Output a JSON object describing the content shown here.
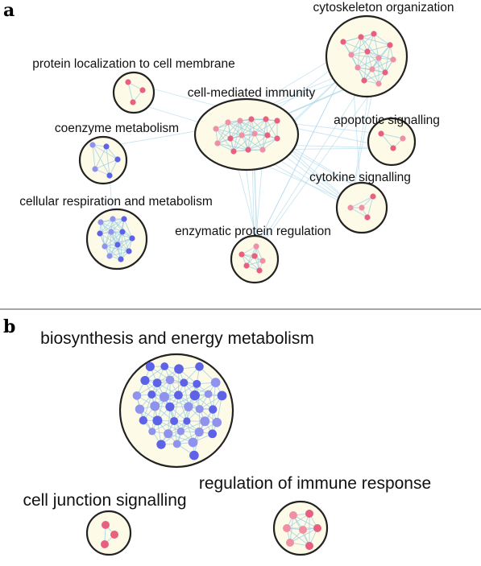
{
  "panel_a": {
    "letter": "a",
    "clusters": [
      {
        "id": "cytoskeleton",
        "label": "cytoskeleton organization",
        "color": "pink"
      },
      {
        "id": "protein_localization",
        "label": "protein localization to cell membrane",
        "color": "pink"
      },
      {
        "id": "cell_mediated",
        "label": "cell-mediated immunity",
        "color": "pink"
      },
      {
        "id": "coenzyme",
        "label": "coenzyme metabolism",
        "color": "blue"
      },
      {
        "id": "apoptotic",
        "label": "apoptotic signalling",
        "color": "pink"
      },
      {
        "id": "cytokine",
        "label": "cytokine signalling",
        "color": "pink"
      },
      {
        "id": "cellular_respiration",
        "label": "cellular respiration and metabolism",
        "color": "blue"
      },
      {
        "id": "enzymatic",
        "label": "enzymatic protein regulation",
        "color": "pink"
      }
    ]
  },
  "panel_b": {
    "letter": "b",
    "clusters": [
      {
        "id": "biosynthesis",
        "label": "biosynthesis and energy metabolism",
        "color": "blue"
      },
      {
        "id": "cell_junction",
        "label": "cell junction signalling",
        "color": "pink"
      },
      {
        "id": "immune_regulation",
        "label": "regulation of immune response",
        "color": "pink"
      }
    ]
  },
  "colors": {
    "pink_node": "#e8607f",
    "pink_node_light": "#ef90a4",
    "blue_node": "#5e62e6",
    "blue_node_light": "#8f93ee",
    "edge": "#9ecfe3",
    "cluster_fill": "#fdfbe8",
    "cluster_stroke": "#222222"
  }
}
